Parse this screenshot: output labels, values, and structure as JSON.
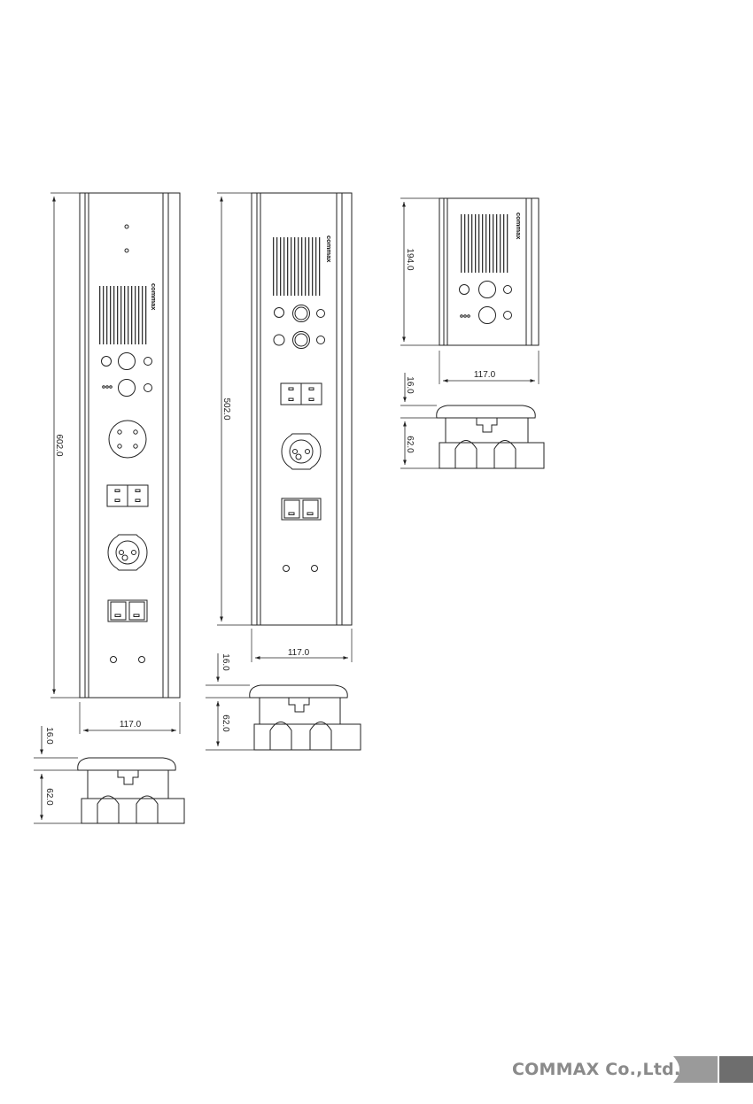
{
  "drawings": [
    {
      "id": "tall",
      "height_dim": "602.0",
      "width_dim": "117.0",
      "lid_dim": "16.0",
      "base_dim": "62.0",
      "brand": "commax"
    },
    {
      "id": "medium",
      "height_dim": "502.0",
      "width_dim": "117.0",
      "lid_dim": "16.0",
      "base_dim": "62.0",
      "brand": "commax"
    },
    {
      "id": "short",
      "height_dim": "194.0",
      "width_dim": "117.0",
      "lid_dim": "16.0",
      "base_dim": "62.0",
      "brand": "commax"
    }
  ],
  "footer": {
    "company": "COMMAX Co.,Ltd.",
    "tab_colors": [
      "#9a9a9a",
      "#6e6e6e"
    ]
  }
}
